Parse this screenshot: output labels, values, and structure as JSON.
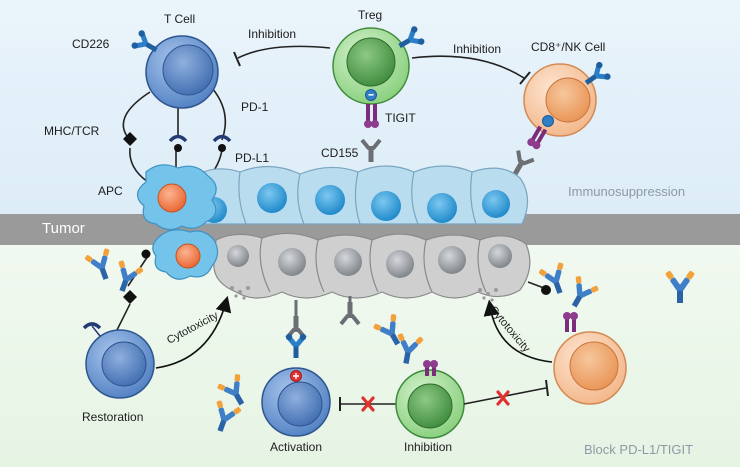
{
  "labels": {
    "t_cell": "T Cell",
    "treg": "Treg",
    "cd226": "CD226",
    "cd8_nk": "CD8⁺/NK Cell",
    "inhibition_left": "Inhibition",
    "inhibition_right": "Inhibition",
    "pd1": "PD-1",
    "pdl1": "PD-L1",
    "mhc_tcr": "MHC/TCR",
    "tigit": "TIGIT",
    "cd155": "CD155",
    "apc": "APC",
    "tumor": "Tumor",
    "immunosuppression": "Immunosuppression",
    "cytotoxicity_left": "Cytotoxicity",
    "cytotoxicity_right": "Cytotoxicity",
    "restoration": "Restoration",
    "activation": "Activation",
    "inhibition_bottom": "Inhibition",
    "block": "Block PD-L1/TIGIT"
  },
  "colors": {
    "top_background": "#e6f2fa",
    "bottom_background": "#eef8ee",
    "tumor_band": "#9a9a9a",
    "t_cell": "#5a86c4",
    "treg": "#7fca73",
    "cd8_nk": "#f6bf93",
    "apc_body": "#74c3ea",
    "apc_nucleus": "#f07a4a",
    "tumor_cell_top": "#b9dcef",
    "tumor_nucleus_top": "#2a9ad6",
    "tumor_cell_bottom": "#c5c5c5",
    "tumor_nucleus_bottom": "#8e9398",
    "tigit": "#8e3c8e",
    "inhibit_cross": "#e23030"
  },
  "icons": [
    "receptor-icon",
    "antibody-icon",
    "inhibition-cross-icon",
    "plus-icon",
    "minus-icon"
  ]
}
